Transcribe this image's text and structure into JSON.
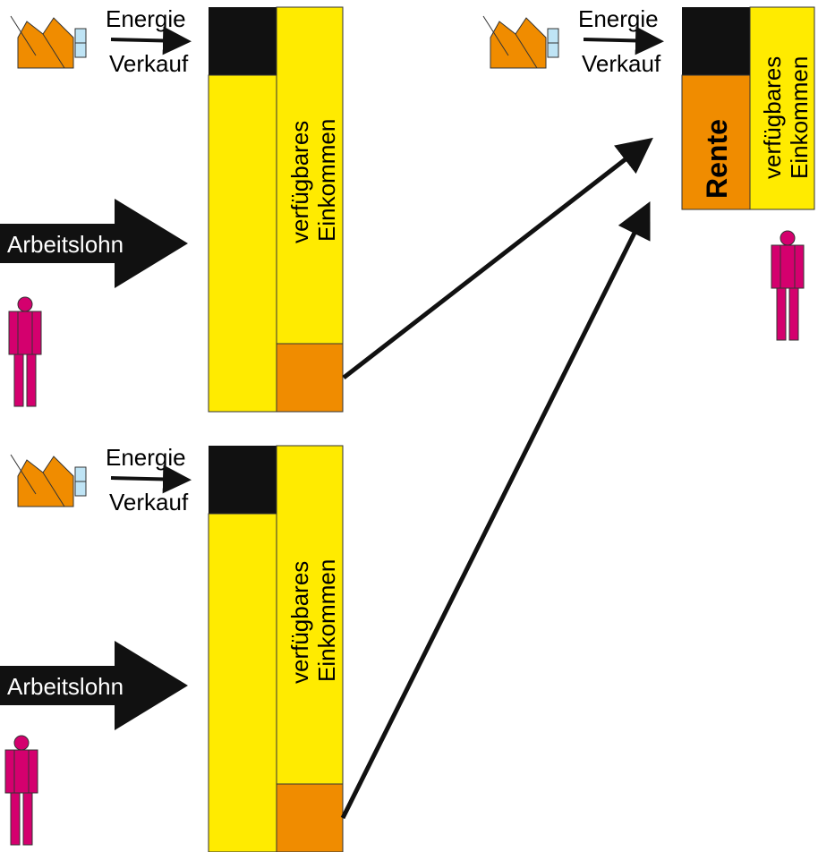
{
  "labels": {
    "energie": "Energie",
    "verkauf": "Verkauf",
    "arbeitslohn": "Arbeitslohn",
    "verfuegbares": "verfügbares",
    "einkommen": "Einkommen",
    "rente": "Rente"
  },
  "colors": {
    "yellow": "#FFEB00",
    "orange": "#F08C00",
    "black": "#111111",
    "magenta": "#D4006E",
    "window": "#BFE4F5"
  }
}
